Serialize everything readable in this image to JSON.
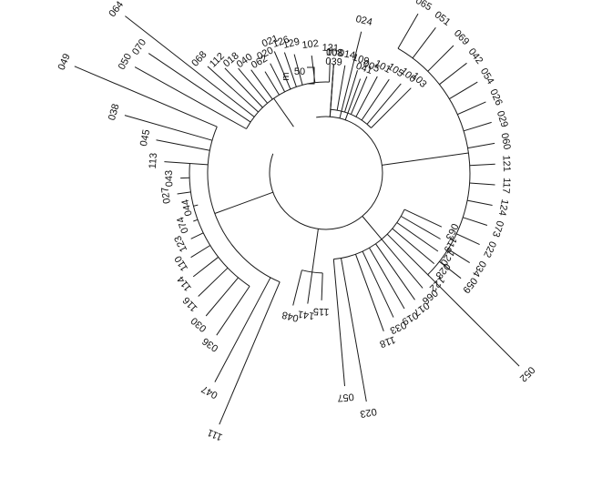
{
  "diagram": {
    "type": "circular-dendrogram",
    "scale_bar_label": "50",
    "scale_bar_unit": "m",
    "leaves": [
      "003",
      "014",
      "109",
      "005",
      "101",
      "105",
      "100",
      "103",
      "065",
      "051",
      "069",
      "042",
      "054",
      "026",
      "029",
      "060",
      "121",
      "117",
      "124",
      "073",
      "022",
      "034",
      "059",
      "052",
      "063",
      "119",
      "120",
      "028",
      "122",
      "066",
      "017",
      "019",
      "033",
      "118",
      "023",
      "057",
      "115",
      "141",
      "048",
      "111",
      "047",
      "036",
      "030",
      "116",
      "114",
      "110",
      "123",
      "074",
      "044",
      "027",
      "043",
      "113",
      "045",
      "038",
      "049",
      "050",
      "070",
      "064",
      "068",
      "112",
      "018",
      "040",
      "062",
      "020",
      "021",
      "126",
      "129",
      "102",
      "131",
      "108",
      "024",
      "041",
      "039"
    ]
  }
}
